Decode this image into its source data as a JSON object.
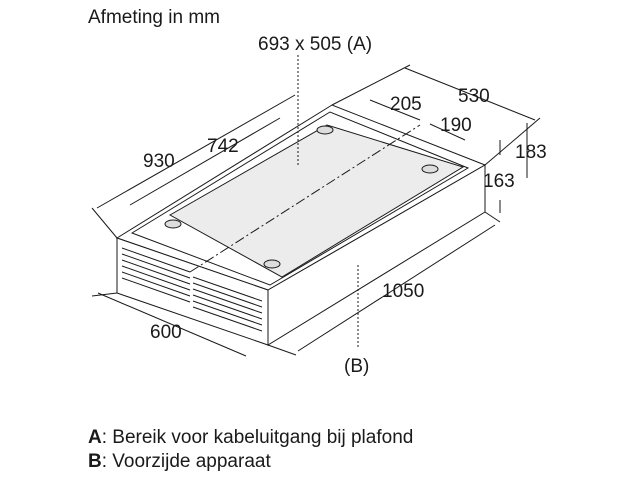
{
  "title": "Afmeting in mm",
  "labels": {
    "area_a": "693 x 505 (A)",
    "front_b": "(B)"
  },
  "dimensions": {
    "d530": "530",
    "d205": "205",
    "d190": "190",
    "d183": "183",
    "d163": "163",
    "d930": "930",
    "d742": "742",
    "d1050": "1050",
    "d600": "600"
  },
  "legend": [
    {
      "key": "A",
      "text": ": Bereik voor kabeluitgang bij plafond"
    },
    {
      "key": "B",
      "text": ": Voorzijde apparaat"
    }
  ],
  "colors": {
    "line": "#1a1a1a",
    "panel": "#ececec",
    "box": "#ffffff"
  }
}
